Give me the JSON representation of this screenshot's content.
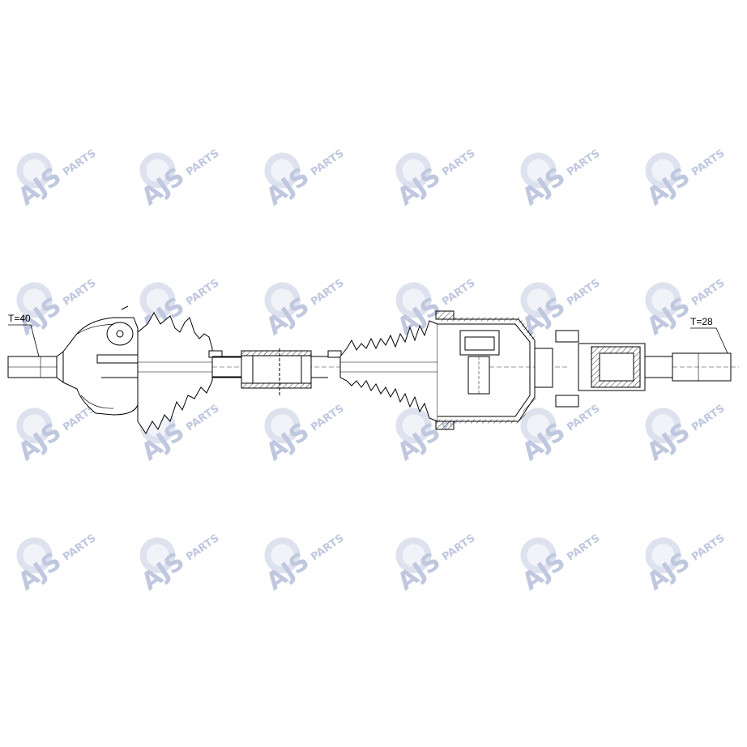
{
  "watermark": {
    "brand": "AJS",
    "suffix": "PARTS",
    "color": "#b9c3dc",
    "rows": 4,
    "cols": 6
  },
  "drawing": {
    "stroke_color": "#000000",
    "outer_spline_label": "T=40",
    "inner_spline_label": "T=28"
  }
}
